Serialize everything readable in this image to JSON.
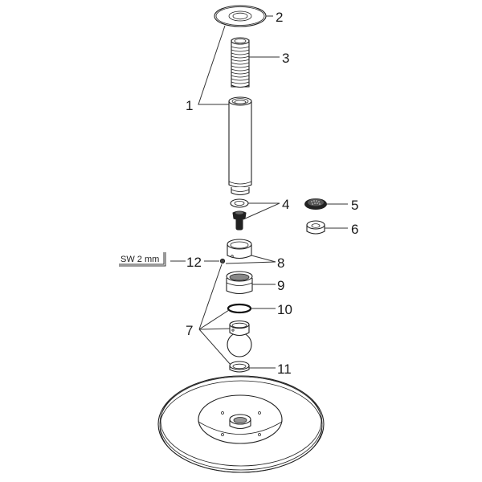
{
  "diagram": {
    "type": "exploded-parts-view",
    "subject": "overhead shower head with ceiling arm assembly",
    "parts": [
      {
        "id": "1",
        "label": "1",
        "description": "ceiling pipe / shower arm"
      },
      {
        "id": "2",
        "label": "2",
        "description": "escutcheon / ceiling rosette"
      },
      {
        "id": "3",
        "label": "3",
        "description": "threaded nipple"
      },
      {
        "id": "4",
        "label": "4",
        "description": "washer and flow restrictor insert"
      },
      {
        "id": "5",
        "label": "5",
        "description": "strainer screen"
      },
      {
        "id": "6",
        "label": "6",
        "description": "flow limiter"
      },
      {
        "id": "7",
        "label": "7",
        "description": "ball joint set"
      },
      {
        "id": "8",
        "label": "8",
        "description": "locking ring with set screw"
      },
      {
        "id": "9",
        "label": "9",
        "description": "ball joint nut"
      },
      {
        "id": "10",
        "label": "10",
        "description": "o-ring"
      },
      {
        "id": "11",
        "label": "11",
        "description": "ball seat ring"
      },
      {
        "id": "12",
        "label": "12",
        "description": "set screw"
      }
    ],
    "tool": {
      "label": "SW 2 mm",
      "description": "hex key"
    },
    "shower_head": {
      "description": "round shower plate with four mounting holes"
    }
  }
}
